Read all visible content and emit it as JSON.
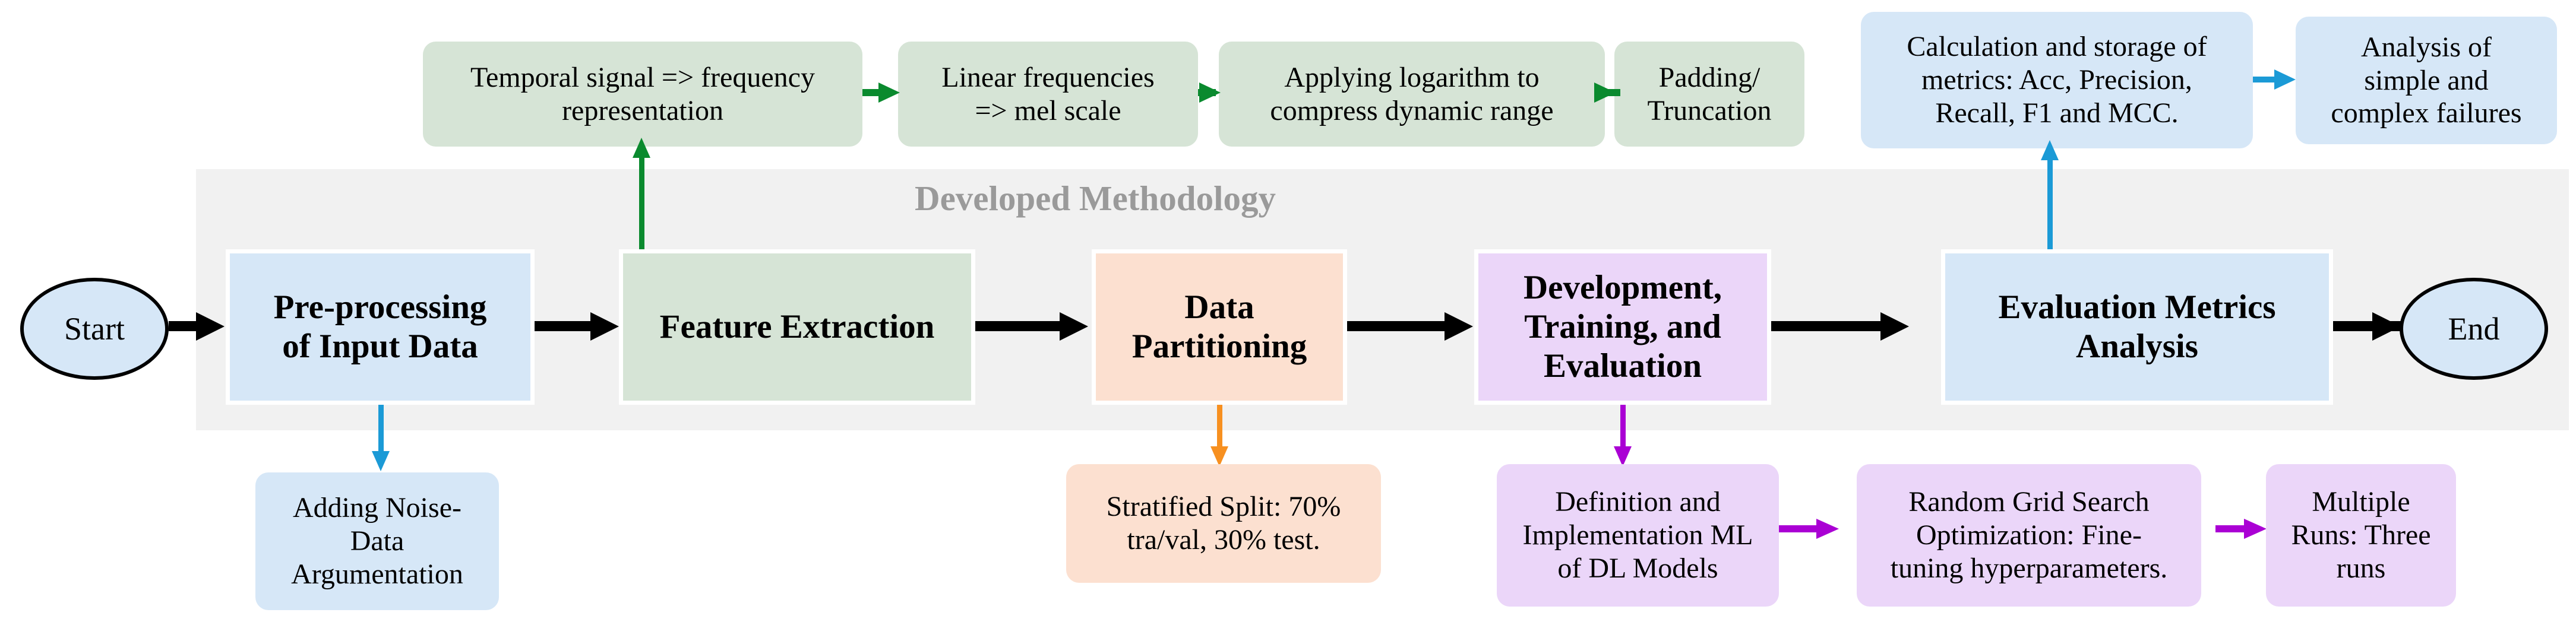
{
  "diagram": {
    "band_title": "Developed Methodology",
    "colors": {
      "band_bg": "#f1f1f1",
      "band_title": "#9a9a9a",
      "blue_fill": "#d6e7f7",
      "green_fill": "#d6e4d6",
      "orange_fill": "#fce0d0",
      "purple_fill": "#ebd6f9",
      "black_arrow": "#000000",
      "blue_arrow": "#1b9ad6",
      "green_arrow": "#0a8a2e",
      "orange_arrow": "#f79020",
      "purple_arrow": "#aa00d4"
    },
    "terminators": {
      "start": "Start",
      "end": "End"
    },
    "pipeline": [
      {
        "id": "pre-processing",
        "label": "Pre-processing\nof Input Data",
        "fill": "blue"
      },
      {
        "id": "feature-extraction",
        "label": "Feature Extraction",
        "fill": "green"
      },
      {
        "id": "data-partitioning",
        "label": "Data\nPartitioning",
        "fill": "orange"
      },
      {
        "id": "development-training-evaluation",
        "label": "Development,\nTraining, and\nEvaluation",
        "fill": "purple"
      },
      {
        "id": "evaluation-metrics-analysis",
        "label": "Evaluation Metrics\nAnalysis",
        "fill": "blue"
      }
    ],
    "feature_chain": [
      {
        "id": "temporal-signal",
        "label": "Temporal signal => frequency\nrepresentation"
      },
      {
        "id": "linear-frequencies",
        "label": "Linear frequencies\n=> mel scale"
      },
      {
        "id": "applying-logarithm",
        "label": "Applying logarithm to\ncompress dynamic range"
      },
      {
        "id": "padding-truncation",
        "label": "Padding/\nTruncation"
      }
    ],
    "metrics_chain": [
      {
        "id": "calculation-storage-metrics",
        "label": "Calculation and storage of\nmetrics: Acc, Precision,\nRecall, F1 and MCC."
      },
      {
        "id": "analysis-failures",
        "label": "Analysis of\nsimple and\ncomplex failures"
      }
    ],
    "preprocessing_detail": {
      "id": "adding-noise",
      "label": "Adding Noise-\nData\nArgumentation"
    },
    "partitioning_detail": {
      "id": "stratified-split",
      "label": "Stratified Split: 70%\ntra/val, 30% test."
    },
    "development_chain": [
      {
        "id": "definition-implementation",
        "label": "Definition and\nImplementation ML\nof DL Models"
      },
      {
        "id": "random-grid-search",
        "label": "Random Grid Search\nOptimization: Fine-\ntuning hyperparameters."
      },
      {
        "id": "multiple-runs",
        "label": "Multiple\nRuns: Three\nruns"
      }
    ]
  }
}
